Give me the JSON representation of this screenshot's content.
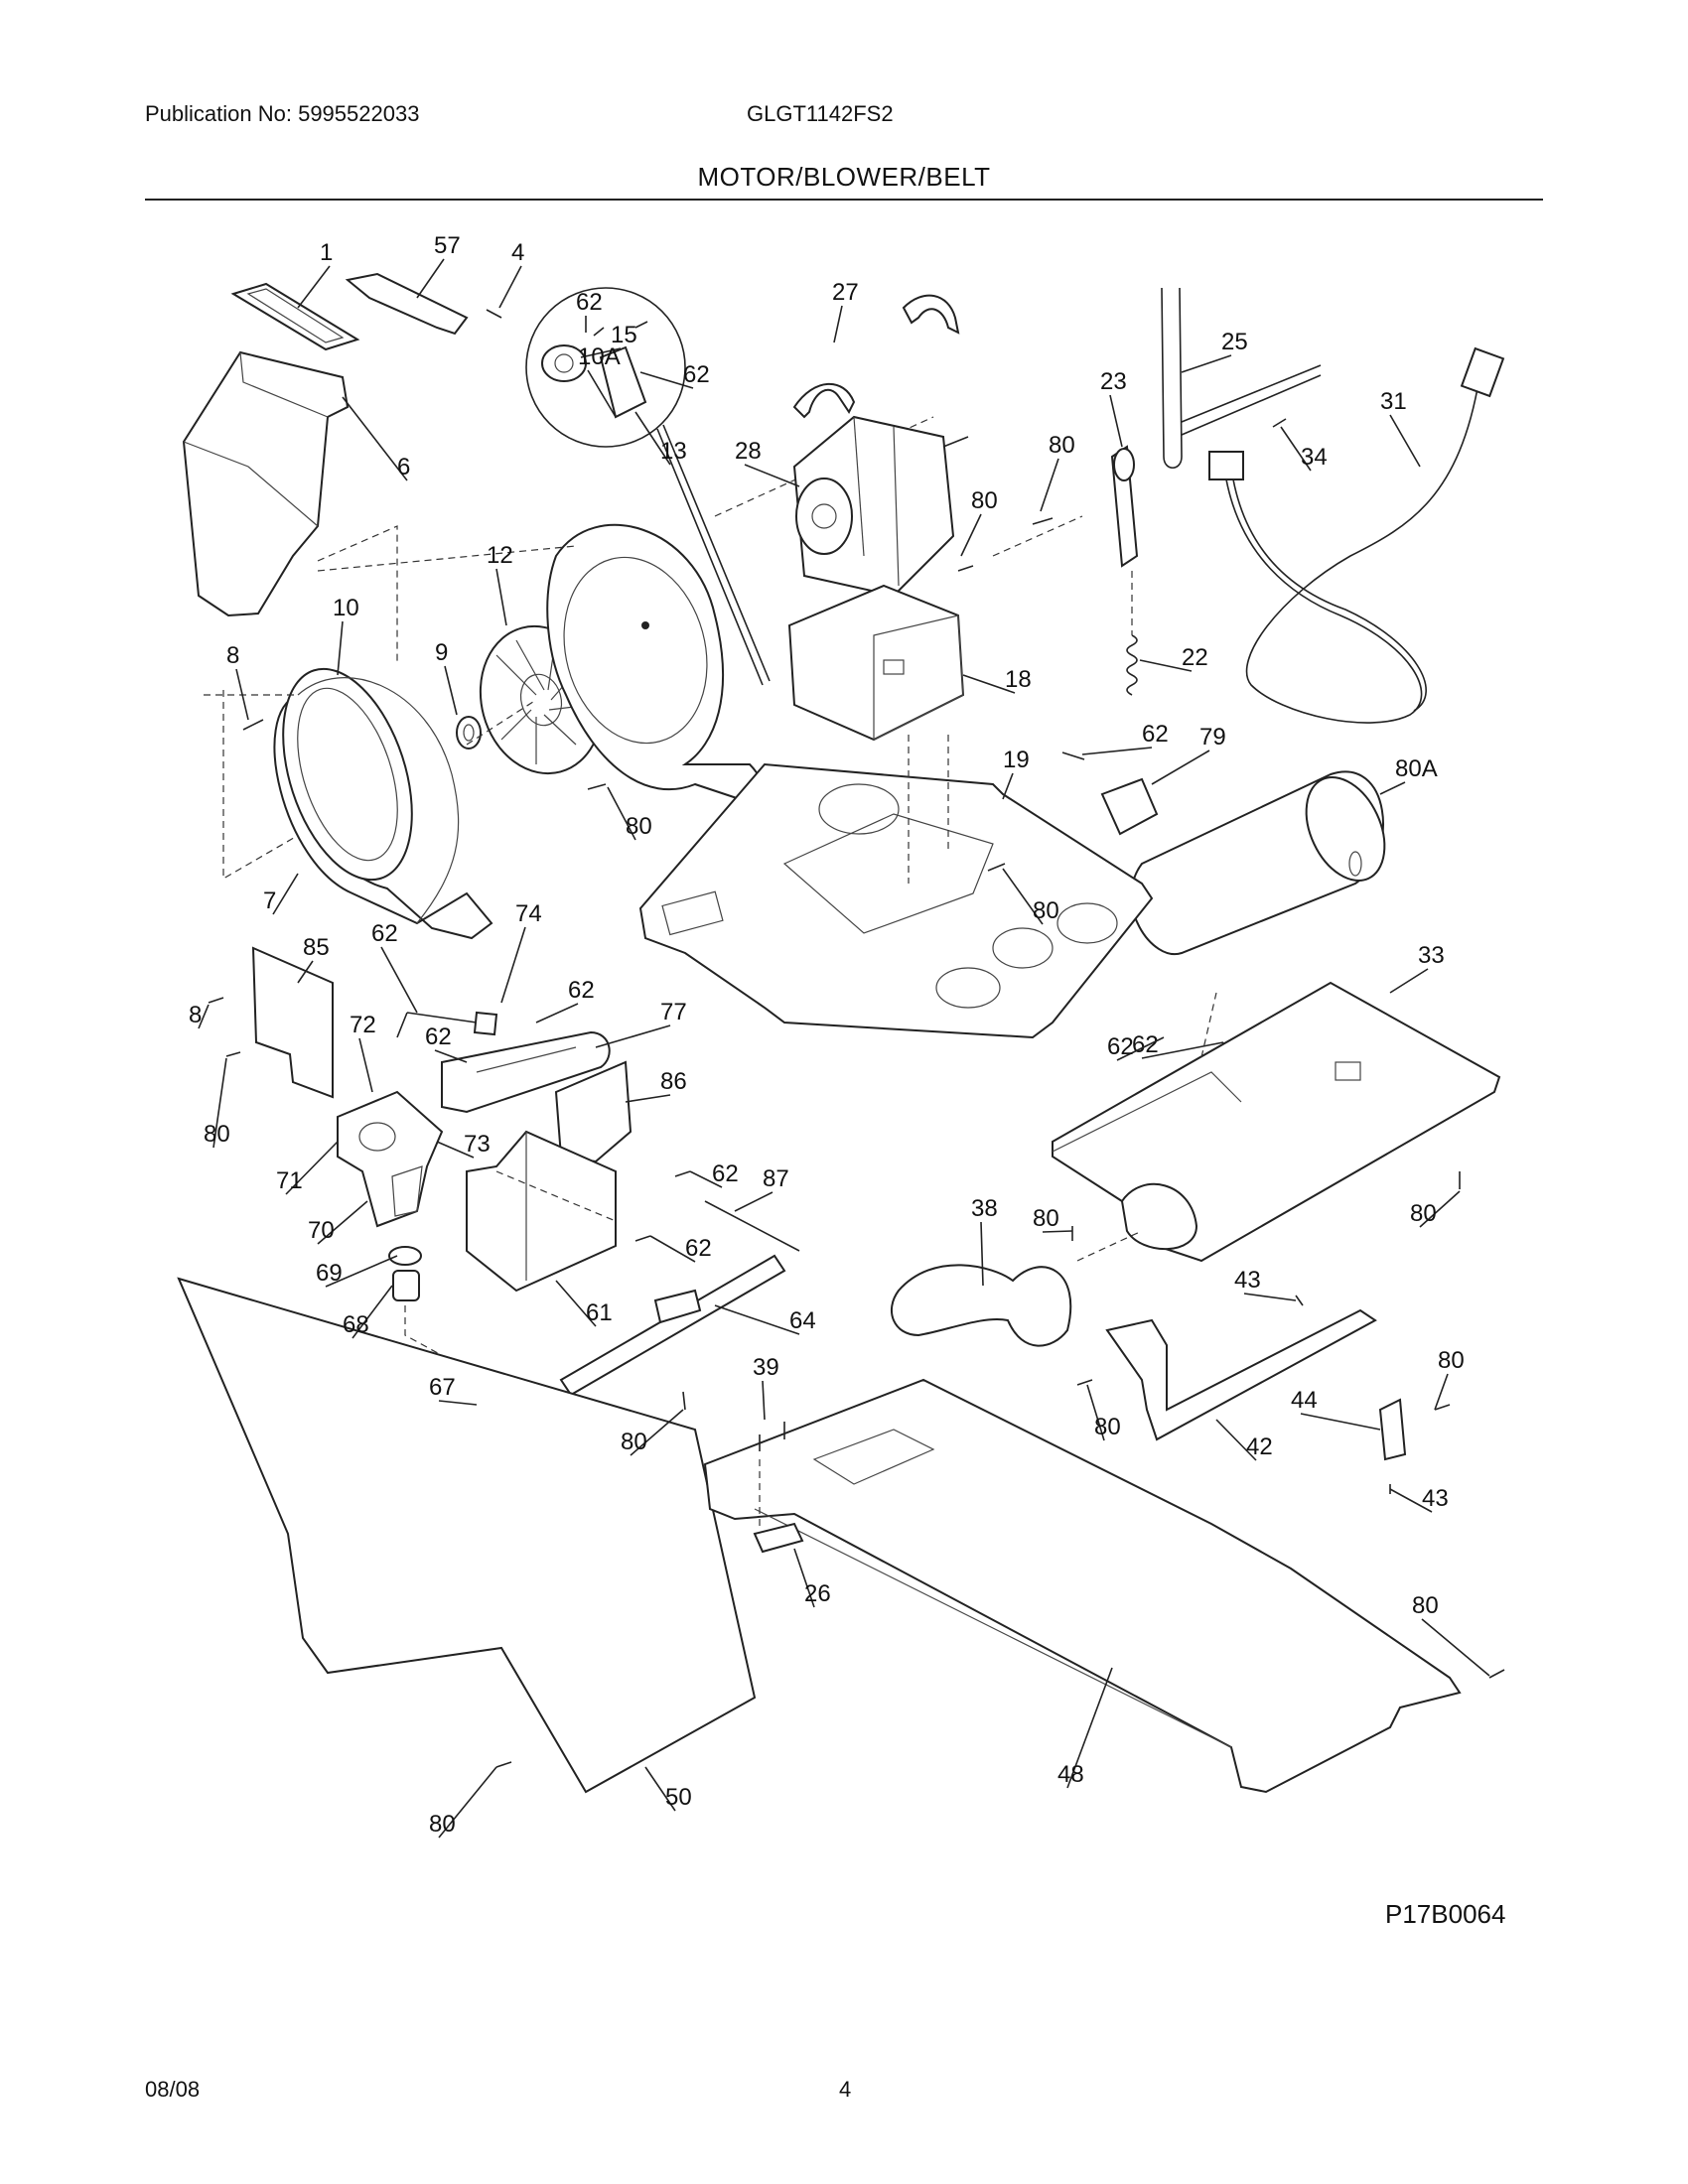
{
  "header": {
    "publication": "Publication No: 5995522033",
    "model": "GLGT1142FS2",
    "title": "MOTOR/BLOWER/BELT"
  },
  "footer": {
    "diagram_code": "P17B0064",
    "date": "08/08",
    "page": "4"
  },
  "callouts": [
    "1",
    "57",
    "4",
    "62",
    "15",
    "62",
    "13",
    "6",
    "10A",
    "12",
    "10",
    "9",
    "8",
    "7",
    "80",
    "27",
    "28",
    "80",
    "80",
    "18",
    "23",
    "25",
    "34",
    "31",
    "22",
    "62",
    "79",
    "19",
    "80A",
    "80",
    "62",
    "74",
    "85",
    "62",
    "8",
    "72",
    "62",
    "77",
    "62",
    "86",
    "80",
    "73",
    "71",
    "70",
    "62",
    "87",
    "62",
    "69",
    "61",
    "68",
    "64",
    "67",
    "80",
    "39",
    "26",
    "50",
    "80",
    "38",
    "80",
    "33",
    "62",
    "80",
    "43",
    "42",
    "80",
    "80",
    "44",
    "43",
    "48",
    "80"
  ]
}
